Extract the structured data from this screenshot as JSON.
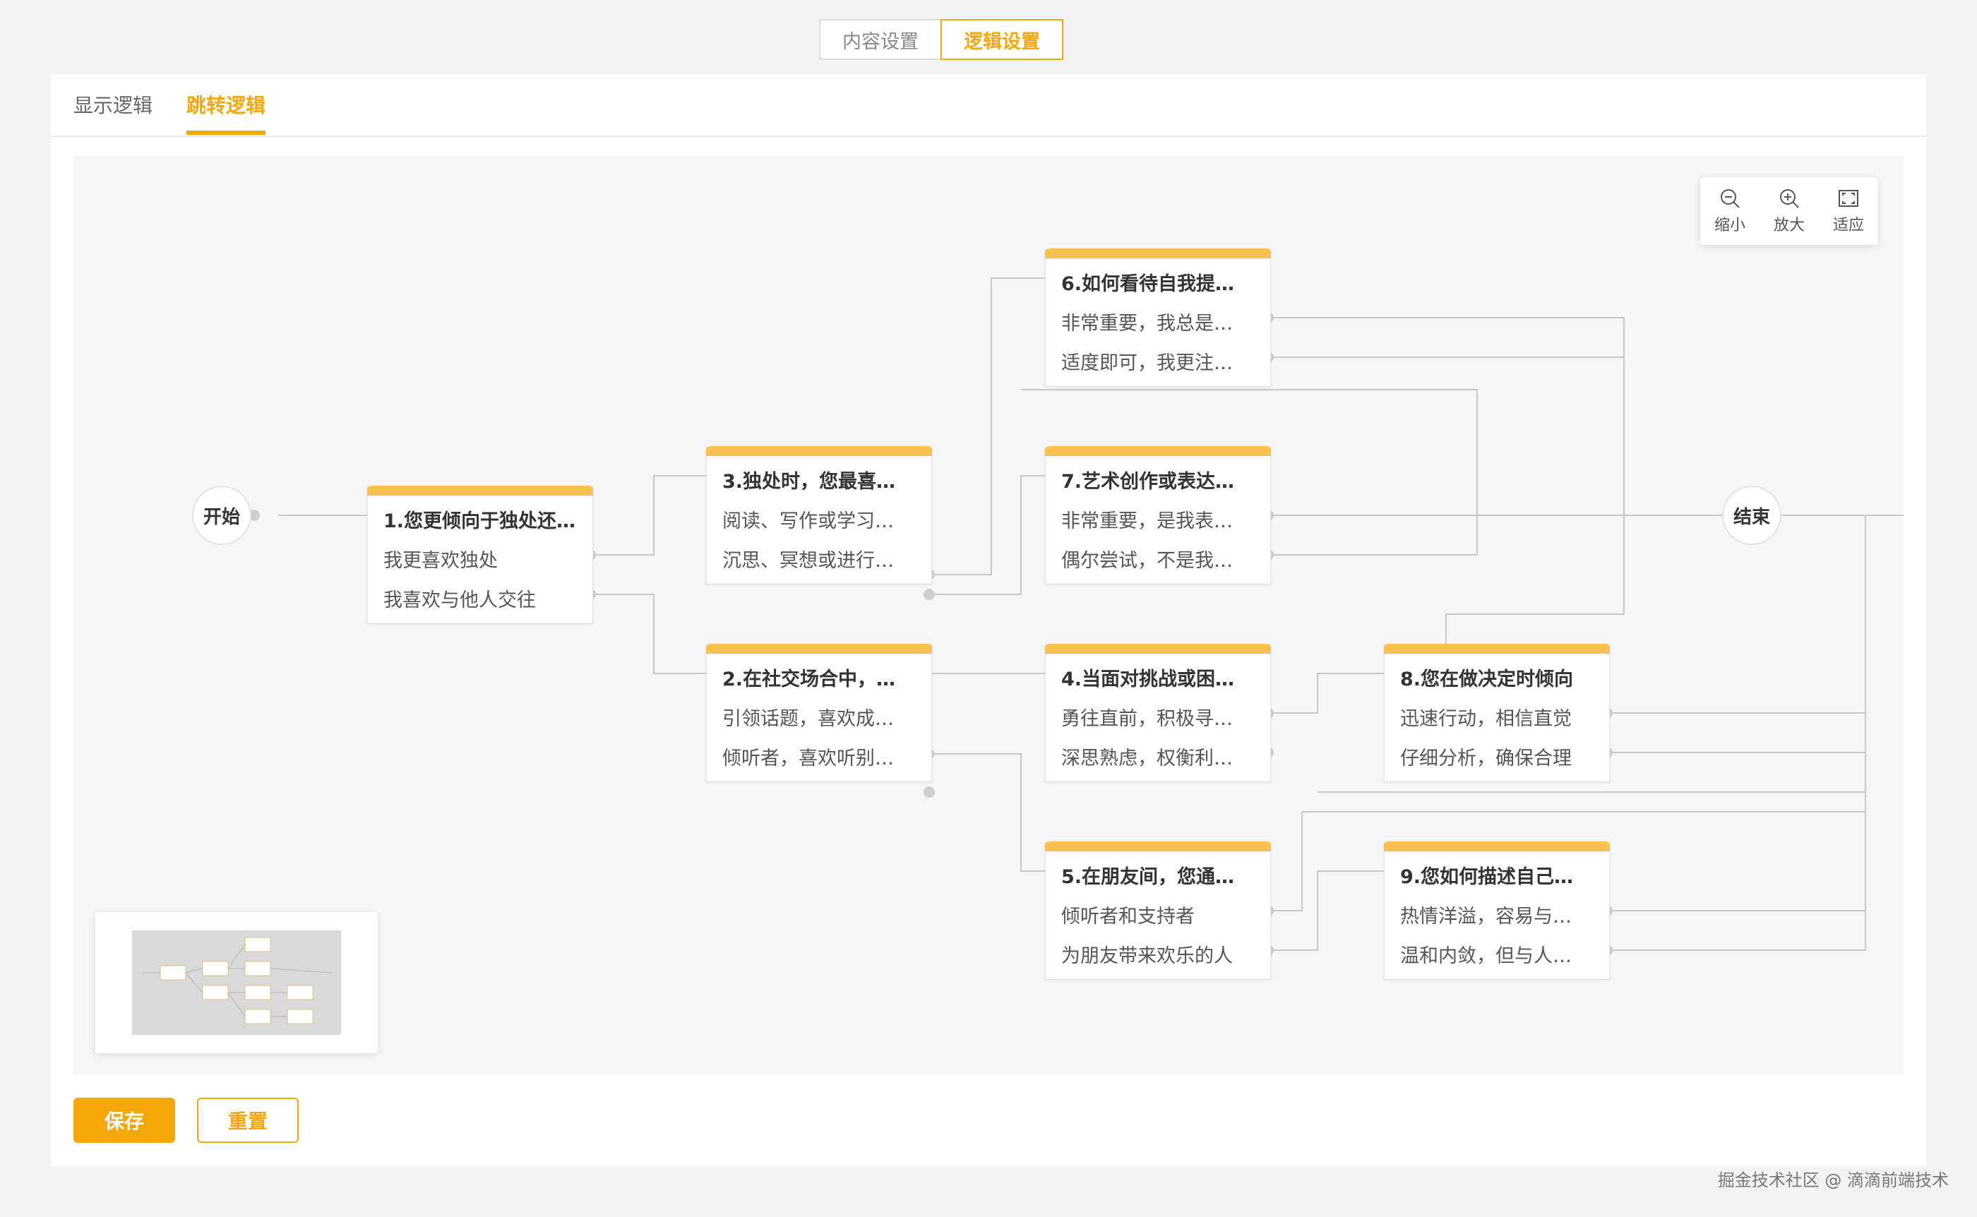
{
  "top_tabs": [
    {
      "label": "内容设置",
      "active": false
    },
    {
      "label": "逻辑设置",
      "active": true
    }
  ],
  "sub_tabs": [
    {
      "label": "显示逻辑",
      "active": false
    },
    {
      "label": "跳转逻辑",
      "active": true
    }
  ],
  "toolbar": {
    "zoom_out_label": "缩小",
    "zoom_in_label": "放大",
    "fit_label": "适应"
  },
  "flow": {
    "start_label": "开始",
    "end_label": "结束",
    "nodes": [
      {
        "id": "q1",
        "title": "1.您更倾向于独处还…",
        "options": [
          "我更喜欢独处",
          "我喜欢与他人交往"
        ]
      },
      {
        "id": "q3",
        "title": "3.独处时，您最喜…",
        "options": [
          "阅读、写作或学习…",
          "沉思、冥想或进行…"
        ]
      },
      {
        "id": "q2",
        "title": "2.在社交场合中，…",
        "options": [
          "引领话题，喜欢成…",
          "倾听者，喜欢听别…"
        ]
      },
      {
        "id": "q6",
        "title": "6.如何看待自我提…",
        "options": [
          "非常重要，我总是…",
          "适度即可，我更注…"
        ]
      },
      {
        "id": "q7",
        "title": "7.艺术创作或表达…",
        "options": [
          "非常重要，是我表…",
          "偶尔尝试，不是我…"
        ]
      },
      {
        "id": "q4",
        "title": "4.当面对挑战或困…",
        "options": [
          "勇往直前，积极寻…",
          "深思熟虑，权衡利…"
        ]
      },
      {
        "id": "q5",
        "title": "5.在朋友间，您通…",
        "options": [
          "倾听者和支持者",
          "为朋友带来欢乐的人"
        ]
      },
      {
        "id": "q8",
        "title": "8.您在做决定时倾向",
        "options": [
          "迅速行动，相信直觉",
          "仔细分析，确保合理"
        ]
      },
      {
        "id": "q9",
        "title": "9.您如何描述自己…",
        "options": [
          "热情洋溢，容易与…",
          "温和内敛，但与人…"
        ]
      }
    ]
  },
  "buttons": {
    "save_label": "保存",
    "reset_label": "重置"
  },
  "watermark": "掘金技术社区 @ 滴滴前端技术",
  "colors": {
    "accent": "#f5a70a",
    "node_header": "#f8c14e",
    "edge": "#c8c8c8"
  }
}
